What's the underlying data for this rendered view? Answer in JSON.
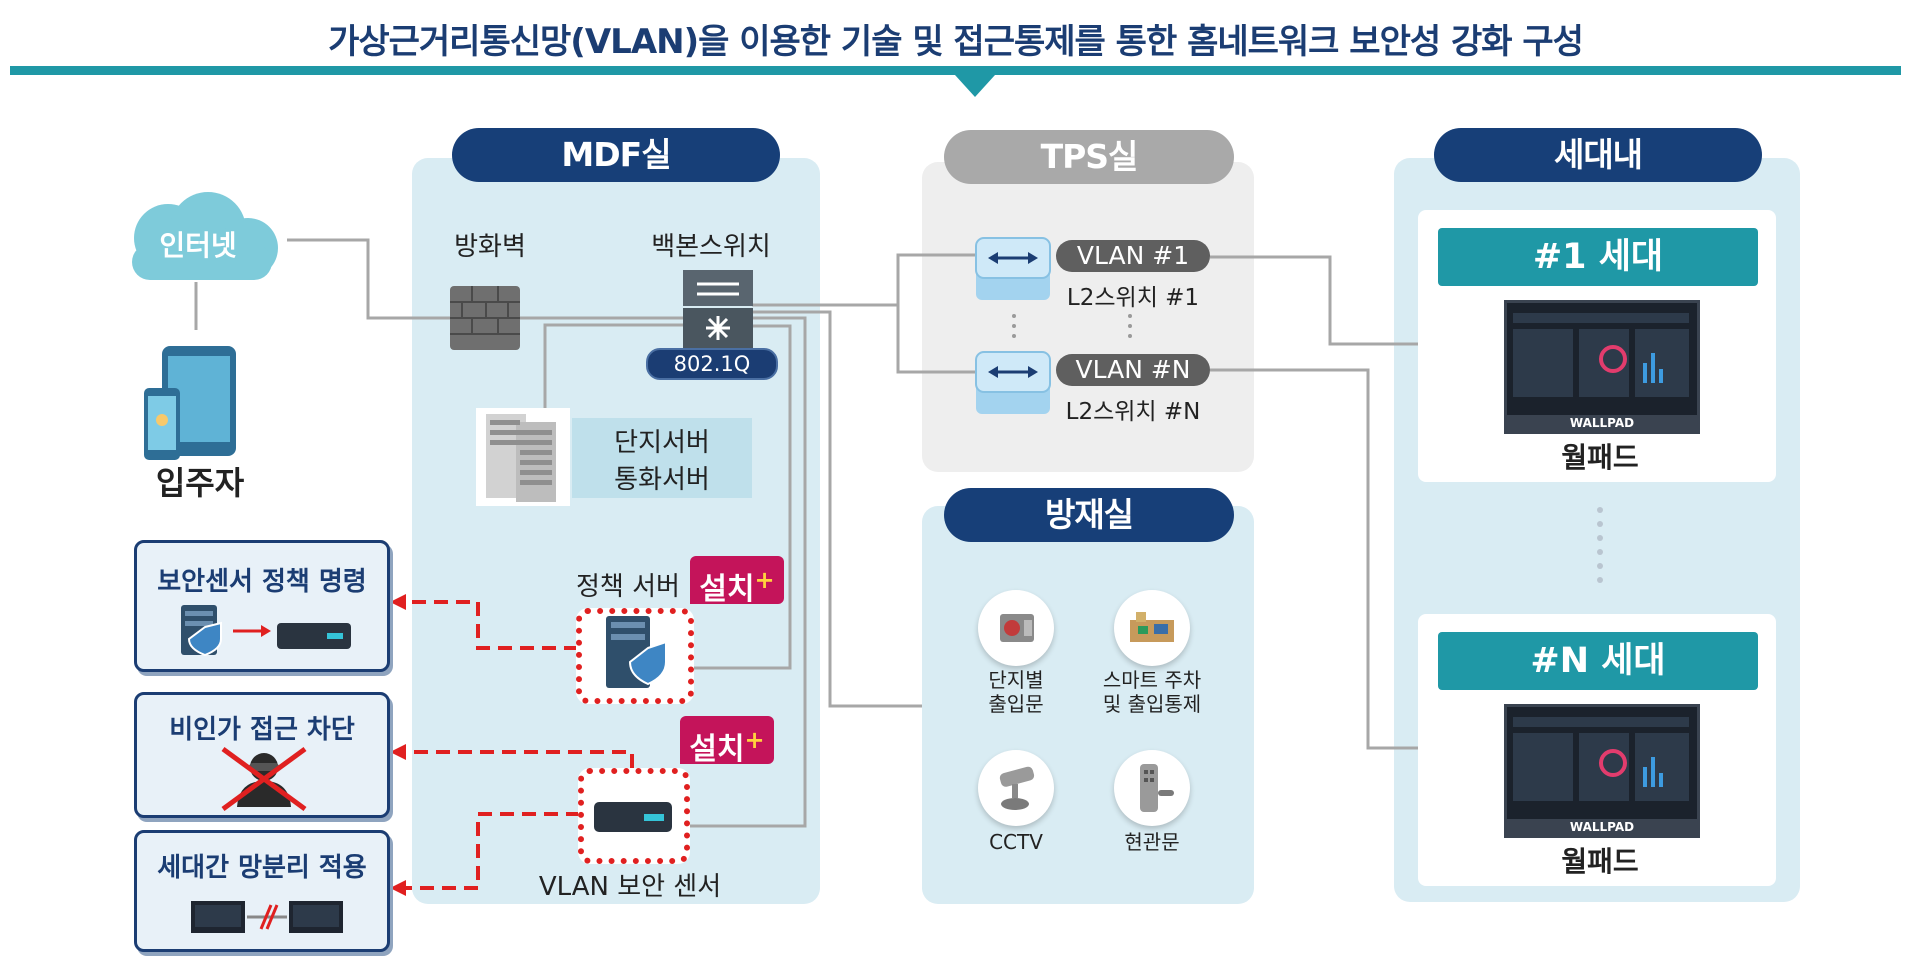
{
  "title": "가상근거리통신망(VLAN)을 이용한 기술 및 접근통제를 통한 홈네트워크 보안성 강화 구성",
  "rooms": {
    "mdf": "MDF실",
    "tps": "TPS실",
    "disaster": "방재실",
    "household": "세대내"
  },
  "left": {
    "internet": "인터넷",
    "resident": "입주자",
    "boxes": [
      {
        "title": "보안센서 정책 명령"
      },
      {
        "title": "비인가 접근 차단"
      },
      {
        "title": "세대간 망분리 적용"
      }
    ]
  },
  "mdf": {
    "firewall": "방화벽",
    "backbone": "백본스위치",
    "q_tag": "802.1Q",
    "servers": [
      "단지서버",
      "통화서버"
    ],
    "policy_server": "정책 서버",
    "sensor": "VLAN 보안 센서",
    "install_label": "설치",
    "install_plus": "+"
  },
  "tps": {
    "vlan1": "VLAN #1",
    "switch1": "L2스위치 #1",
    "vlanN": "VLAN #N",
    "switchN": "L2스위치 #N"
  },
  "disaster": {
    "items": [
      {
        "label_1": "단지별",
        "label_2": "출입문",
        "icon": "gate-icon"
      },
      {
        "label_1": "스마트 주차",
        "label_2": "및 출입통제",
        "icon": "parking-icon"
      },
      {
        "label_1": "CCTV",
        "label_2": "",
        "icon": "cctv-icon"
      },
      {
        "label_1": "현관문",
        "label_2": "",
        "icon": "door-lock-icon"
      }
    ]
  },
  "household": {
    "unit1": "#1 세대",
    "unitN": "#N 세대",
    "wallpad_brand": "WALLPAD",
    "wallpad": "월패드"
  },
  "colors": {
    "title": "#1b3d73",
    "accent": "#1f98a6",
    "navy": "#173f78",
    "install": "#c4145a",
    "alert": "#e02020"
  }
}
